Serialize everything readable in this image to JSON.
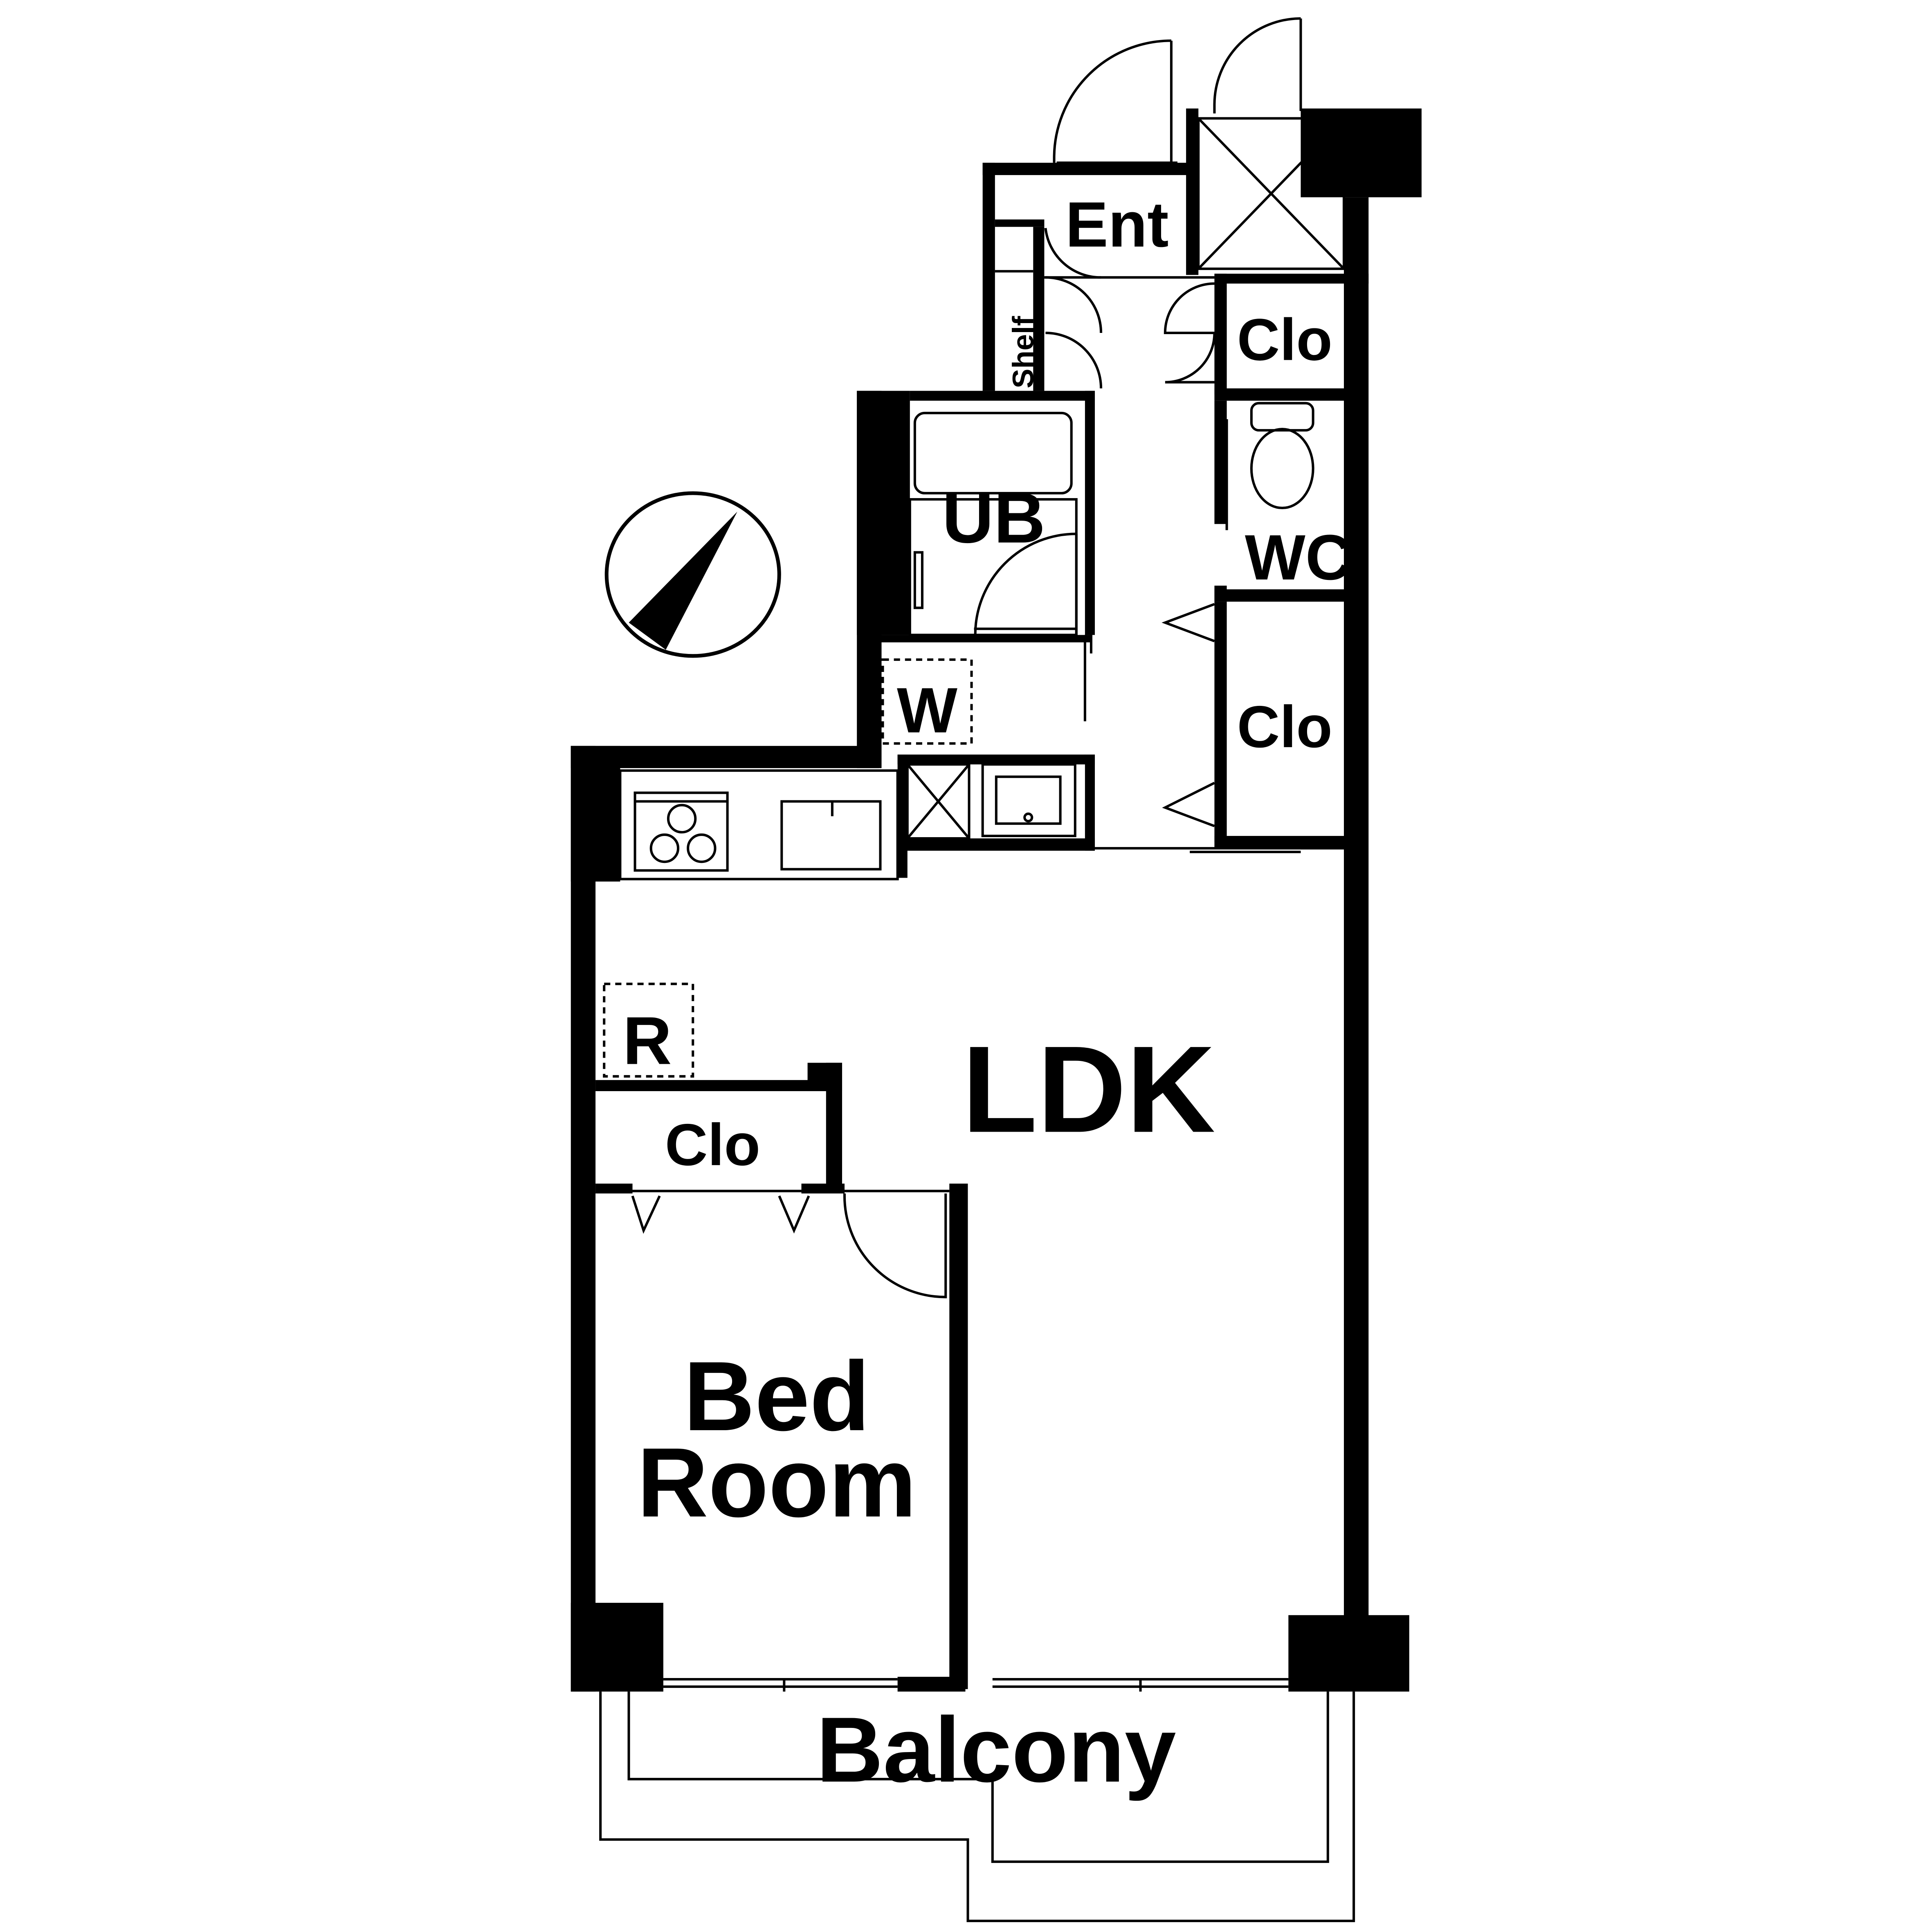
{
  "rooms": {
    "ldk": "LDK",
    "bedroom_line1": "Bed",
    "bedroom_line2": "Room",
    "balcony": "Balcony",
    "entrance": "Ent",
    "unit_bath": "UB",
    "toilet": "WC",
    "washer": "W",
    "refrigerator": "R",
    "shelf": "Shelf",
    "closet_entrance": "Clo",
    "closet_hall": "Clo",
    "closet_bedroom": "Clo"
  },
  "icons": {
    "compass": "north-arrow-icon"
  },
  "colors": {
    "wall": "#000000",
    "background": "#ffffff"
  }
}
